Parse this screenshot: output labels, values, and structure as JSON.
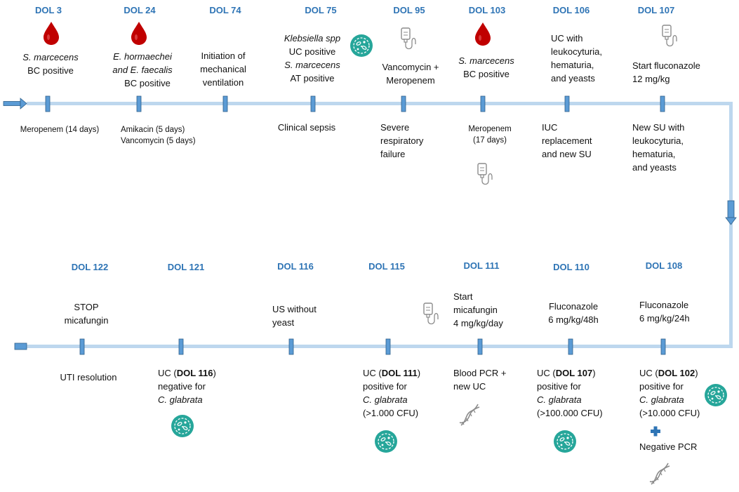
{
  "colors": {
    "day_label": "#2e74b5",
    "timeline": "#bdd7ee",
    "marker": "#5b9bd5",
    "marker_border": "#2e5f8a",
    "blood_drop": "#c00000",
    "bacteria_badge": "#26a69a",
    "icon_gray": "#8c8c8c"
  },
  "top_row": {
    "days": [
      "DOL 3",
      "DOL 24",
      "DOL 74",
      "DOL 75",
      "DOL 95",
      "DOL 103",
      "DOL 106",
      "DOL 107"
    ],
    "dol3": {
      "above": [
        "S. marcecens",
        "BC positive"
      ],
      "below": [
        "Meropenem (14 days)"
      ]
    },
    "dol24": {
      "above": [
        "E. hormaechei",
        "and E. faecalis",
        "BC positive"
      ],
      "below": [
        "Amikacin (5 days)",
        "Vancomycin (5 days)"
      ]
    },
    "dol74": {
      "above": [
        "Initiation of",
        "mechanical",
        "ventilation"
      ]
    },
    "dol75": {
      "above": [
        "Klebsiella spp",
        "UC positive",
        "S. marcecens",
        "AT positive"
      ],
      "below": [
        "Clinical sepsis"
      ]
    },
    "dol95": {
      "above": [
        "Vancomycin +",
        "Meropenem"
      ],
      "below": [
        "Severe",
        "respiratory",
        "failure"
      ]
    },
    "dol103": {
      "above": [
        "S. marcecens",
        "BC positive"
      ],
      "below": [
        "Meropenem",
        "(17 days)"
      ]
    },
    "dol106": {
      "above": [
        "UC with",
        "leukocyturia,",
        "hematuria,",
        "and yeasts"
      ],
      "below": [
        "IUC",
        "replacement",
        "and new SU"
      ]
    },
    "dol107": {
      "above": [
        "Start fluconazole",
        "12 mg/kg"
      ],
      "below": [
        "New SU with",
        "leukocyturia,",
        "hematuria,",
        "and yeasts"
      ]
    }
  },
  "bottom_row": {
    "days": [
      "DOL 122",
      "DOL 121",
      "DOL 116",
      "DOL 115",
      "DOL 111",
      "DOL 110",
      "DOL 108"
    ],
    "dol122": {
      "above": [
        "STOP",
        "micafungin"
      ],
      "below": [
        "UTI resolution"
      ]
    },
    "dol121": {
      "below_1_pre": "UC (",
      "below_1_bold": "DOL 116",
      "below_1_post": ")",
      "below_2": "negative for",
      "below_3": "C. glabrata"
    },
    "dol116": {
      "above": [
        "US without",
        "yeast"
      ]
    },
    "dol115": {
      "below_1_pre": "UC (",
      "below_1_bold": "DOL 111",
      "below_1_post": ")",
      "below_2": "positive for",
      "below_3": "C. glabrata",
      "below_4": "(>1.000 CFU)"
    },
    "dol111": {
      "above": [
        "Start",
        "micafungin",
        "4 mg/kg/day"
      ],
      "below": [
        "Blood PCR  +",
        "new UC"
      ]
    },
    "dol110": {
      "above": [
        "Fluconazole",
        "6 mg/kg/48h"
      ],
      "below_1_pre": "UC (",
      "below_1_bold": "DOL 107",
      "below_1_post": ")",
      "below_2": "positive for",
      "below_3": "C. glabrata",
      "below_4": "(>100.000 CFU)"
    },
    "dol108": {
      "above": [
        "Fluconazole",
        "6 mg/kg/24h"
      ],
      "below_1_pre": "UC (",
      "below_1_bold": "DOL 102",
      "below_1_post": ")",
      "below_2": "positive for",
      "below_3": "C. glabrata",
      "below_4": "(>10.000 CFU)",
      "below_5": "Negative PCR"
    }
  },
  "icons": [
    "blood-drop-icon",
    "bacteria-icon",
    "iv-bag-icon",
    "dna-icon",
    "plus-icon"
  ]
}
